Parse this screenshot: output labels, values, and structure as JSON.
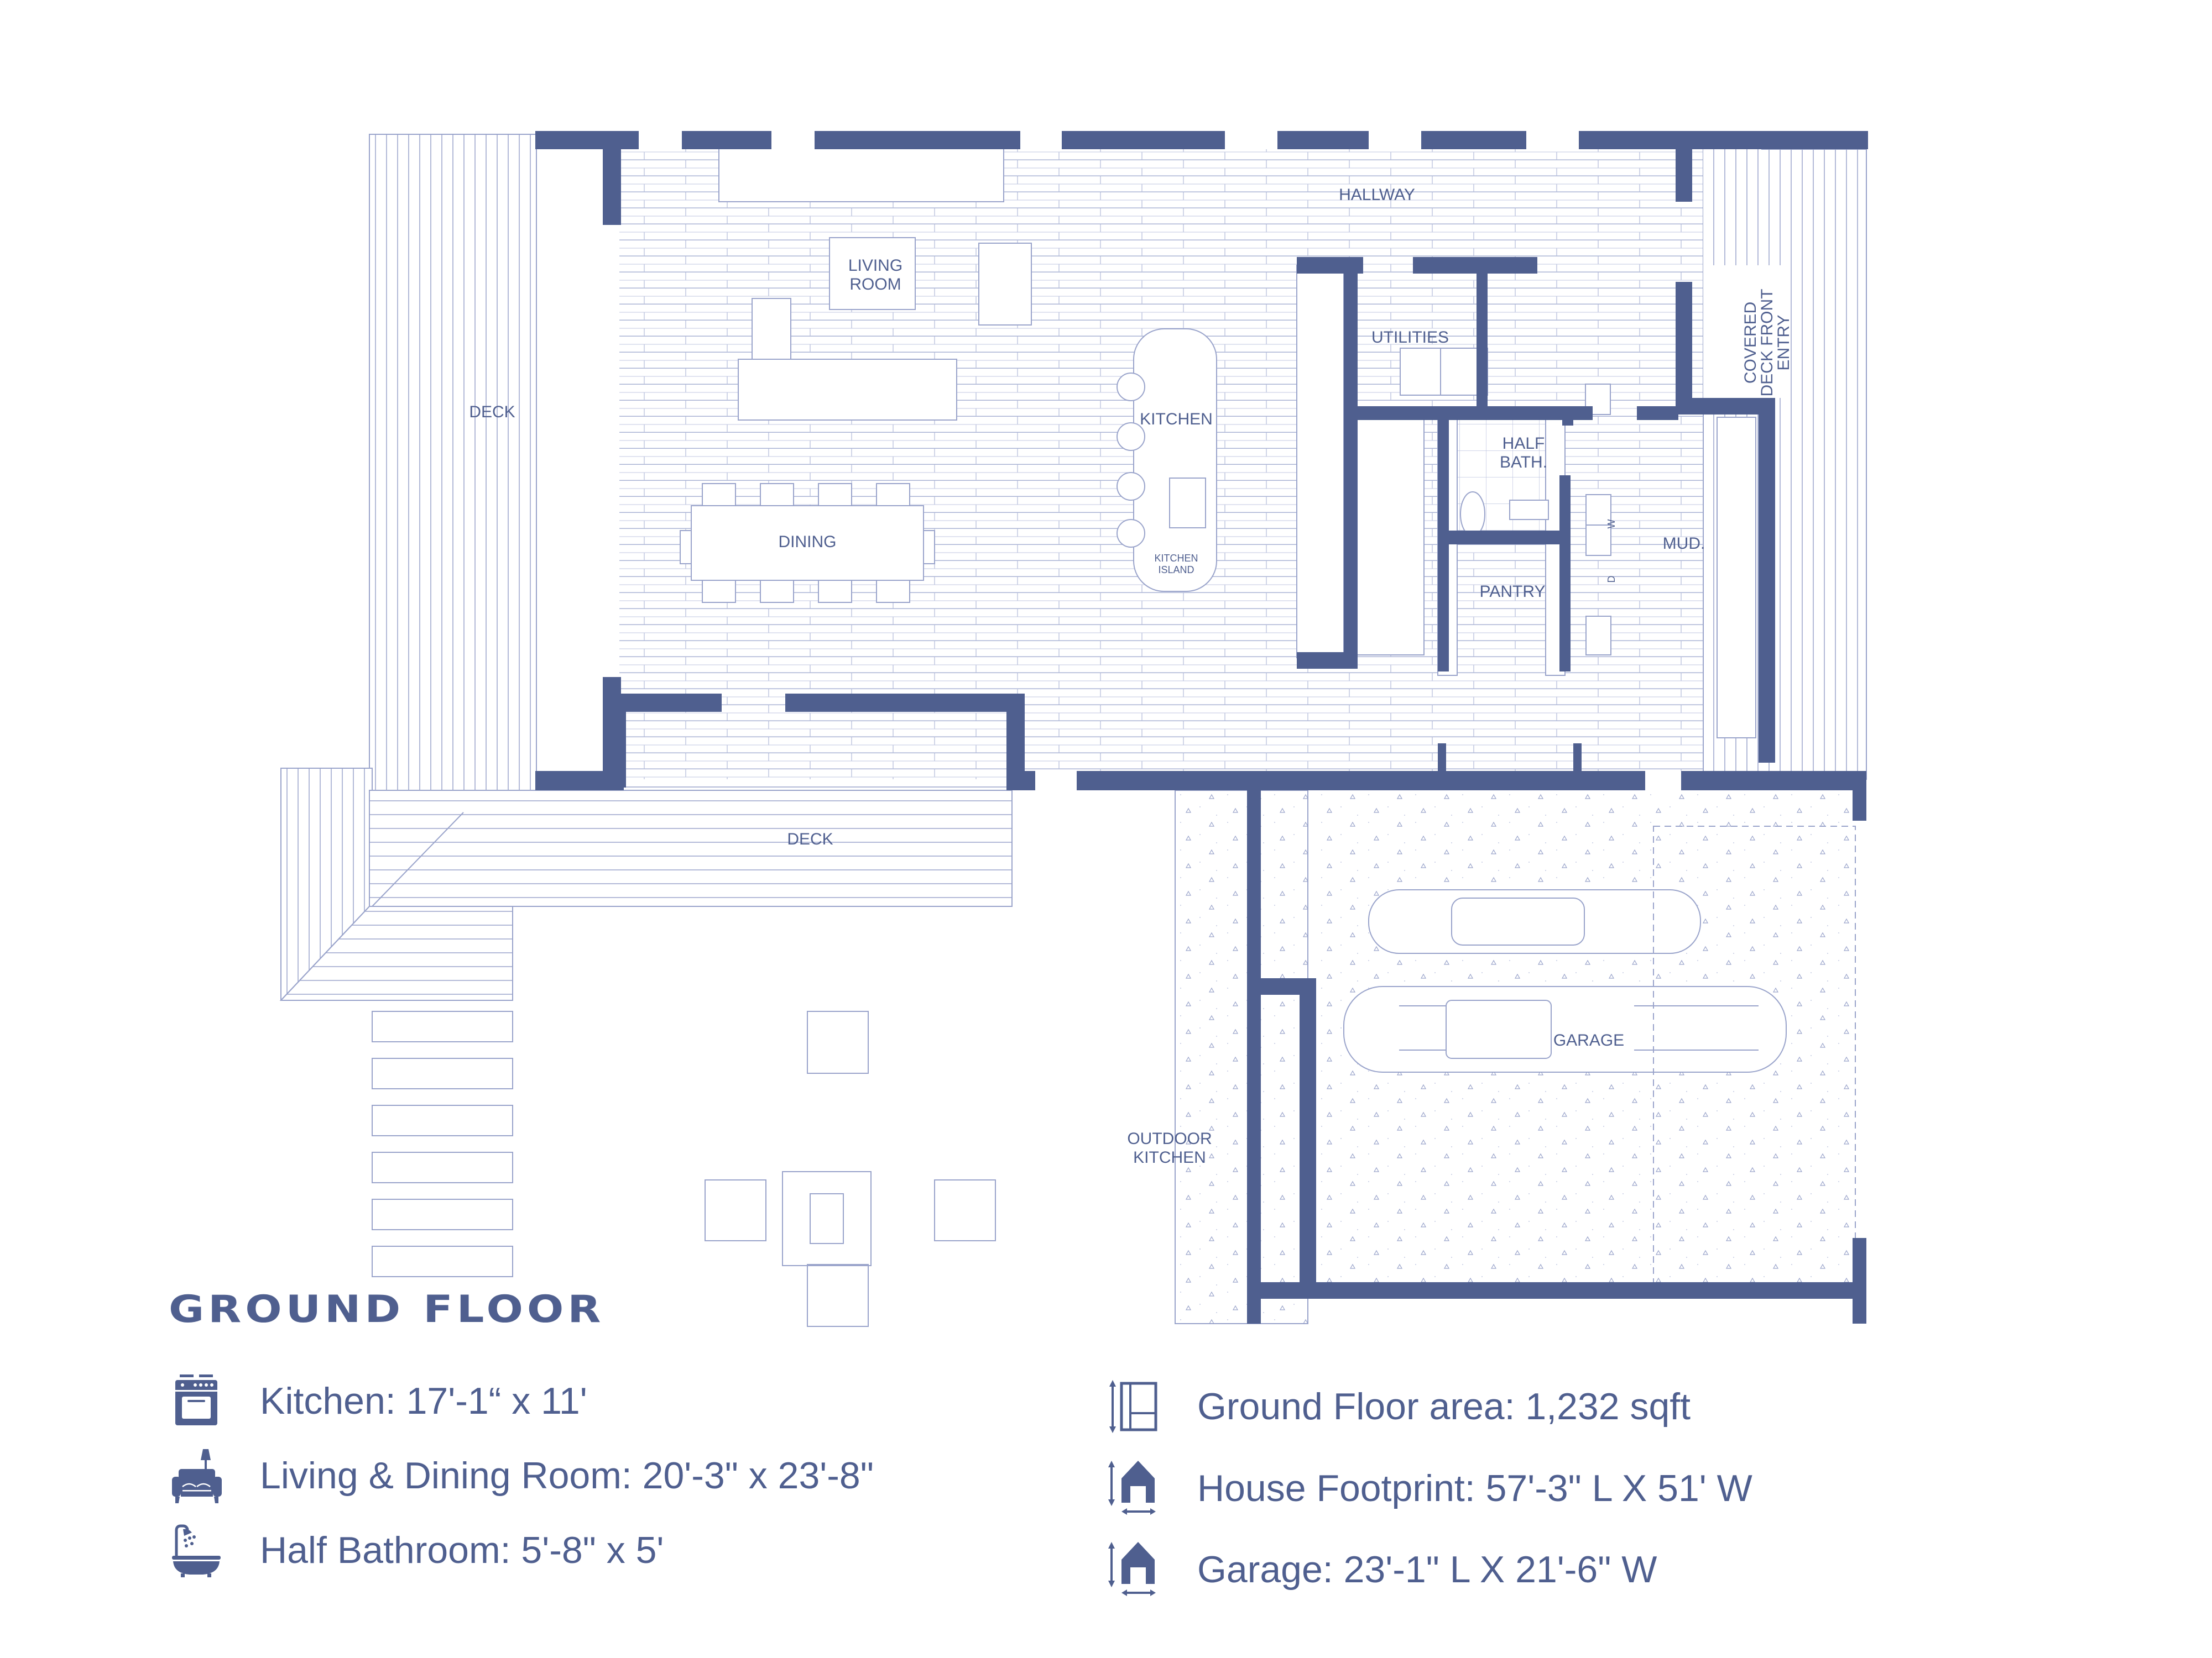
{
  "colors": {
    "primary": "#4f5f8f",
    "line": "#8e9ac4",
    "background": "#ffffff"
  },
  "plan": {
    "rooms": {
      "hallway": "HALLWAY",
      "living_room": [
        "LIVING",
        "ROOM"
      ],
      "kitchen": "KITCHEN",
      "kitchen_island": [
        "KITCHEN",
        "ISLAND"
      ],
      "dining": "DINING",
      "utilities": "UTILITIES",
      "half_bath": [
        "HALF",
        "BATH."
      ],
      "pantry": "PANTRY",
      "mud": "MUD.",
      "washer": "W",
      "dryer": "D",
      "covered_entry": [
        "COVERED",
        "DECK FRONT",
        "ENTRY"
      ],
      "deck_left": "DECK",
      "deck_bottom": "DECK",
      "garage": "GARAGE",
      "outdoor_kitchen": [
        "OUTDOOR",
        "KITCHEN"
      ]
    }
  },
  "title": "GROUND FLOOR",
  "room_stats": [
    {
      "icon": "stove-icon",
      "label": "Kitchen: 17'-1“ x 11'"
    },
    {
      "icon": "sofa-icon",
      "label": "Living & Dining Room: 20'-3\" x 23'-8\""
    },
    {
      "icon": "bathtub-icon",
      "label": "Half Bathroom: 5'-8\" x 5'"
    }
  ],
  "house_stats": [
    {
      "icon": "floor-area-icon",
      "label": "Ground Floor area: 1,232 sqft"
    },
    {
      "icon": "house-dimensions-icon",
      "label": "House Footprint: 57'-3\" L X 51' W"
    },
    {
      "icon": "house-dimensions-icon",
      "label": "Garage: 23'-1\" L X 21'-6\" W"
    }
  ]
}
